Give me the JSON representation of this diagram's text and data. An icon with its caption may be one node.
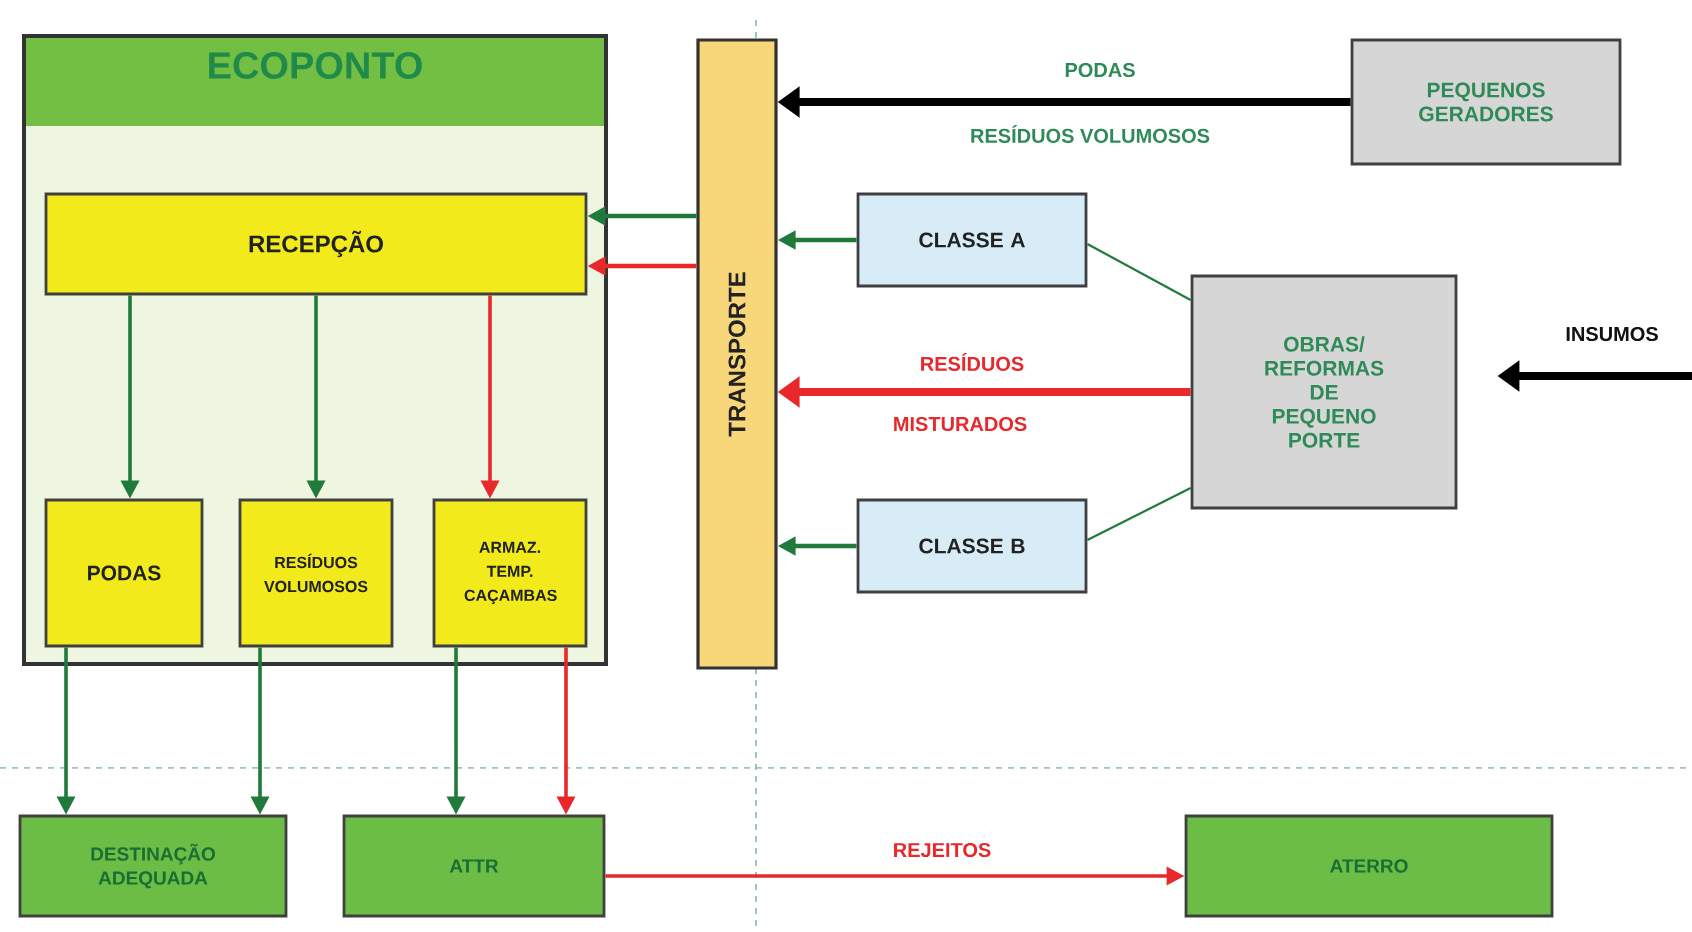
{
  "diagram": {
    "nodes": [
      {
        "text": [
          "ECOPONTO"
        ]
      },
      {
        "text": [
          "RECEPÇÃO"
        ],
        "in": 0
      },
      {
        "text": [
          "PODAS"
        ],
        "in": 0
      },
      {
        "text": [
          "RESÍDUOS VOLUMOSOS"
        ],
        "in": 0
      },
      {
        "text": [
          "ARMAZ. TEMP. CAÇAMBAS"
        ],
        "in": 0
      },
      {
        "text": [
          "TRANSPORTE"
        ]
      },
      {
        "text": [
          "PEQUENOS GERADORES"
        ]
      },
      {
        "text": [
          "CLASSE A"
        ]
      },
      {
        "text": [
          "OBRAS/ REFORMAS DE PEQUENO PORTE"
        ]
      },
      {
        "text": [
          "CLASSE B"
        ]
      },
      {
        "text": [
          "DESTINAÇÃO ADEQUADA"
        ]
      },
      {
        "text": [
          "ATTR"
        ]
      },
      {
        "text": [
          "ATERRO"
        ]
      }
    ],
    "edges": [
      {
        "from": 5,
        "to": 1,
        "arrow": "to"
      },
      {
        "from": 5,
        "to": 1,
        "arrow": "to",
        "color": "#e8282a"
      },
      {
        "from": 1,
        "to": 2,
        "arrow": "to"
      },
      {
        "from": 1,
        "to": 3,
        "arrow": "to"
      },
      {
        "from": 1,
        "to": 4,
        "arrow": "to",
        "color": "#e8282a"
      },
      {
        "from": 6,
        "to": 5,
        "arrow": "to",
        "label": "PODAS",
        "style": "thick",
        "color": "#000000"
      },
      {
        "from": 7,
        "to": 5,
        "arrow": "to"
      },
      {
        "from": 8,
        "to": 5,
        "arrow": "to",
        "label": "RESÍDUOS",
        "style": "thick",
        "color": "#e8282a"
      },
      {
        "from": 9,
        "to": 5,
        "arrow": "to"
      },
      {
        "from": 8,
        "to": 7,
        "arrow": "none"
      },
      {
        "from": 8,
        "to": 9,
        "arrow": "none"
      },
      {
        "from": null,
        "to": 8,
        "arrow": "to",
        "label": "INSUMOS",
        "style": "thick",
        "color": "#000000"
      },
      {
        "from": 2,
        "to": 10,
        "arrow": "to"
      },
      {
        "from": 3,
        "to": 10,
        "arrow": "to"
      },
      {
        "from": 4,
        "to": 11,
        "arrow": "to"
      },
      {
        "from": 4,
        "to": 11,
        "arrow": "to",
        "color": "#e8282a"
      },
      {
        "from": 11,
        "to": 12,
        "arrow": "to",
        "label": "REJEITOS",
        "color": "#e8282a"
      }
    ],
    "labels": [
      "RESÍDUOS VOLUMOSOS",
      "MISTURADOS"
    ]
  }
}
